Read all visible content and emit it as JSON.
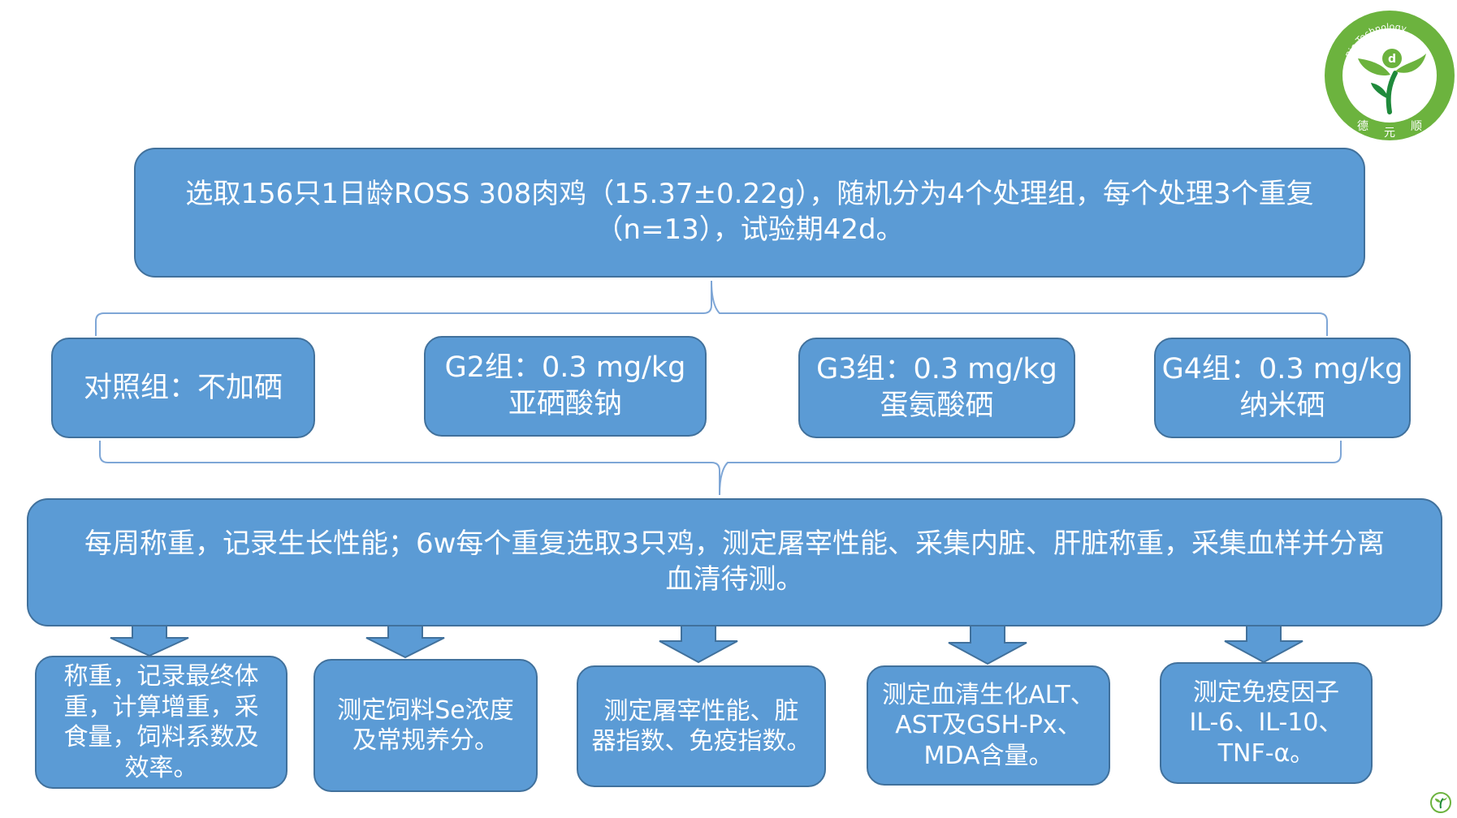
{
  "top_box": {
    "line1": "选取156只1日龄ROSS 308肉鸡（15.37±0.22g），随机分为4个处理组，每个处理3个重复",
    "line2": "（n=13），试验期42d。"
  },
  "groups": [
    {
      "line1": "对照组：不加硒",
      "line2": ""
    },
    {
      "line1": "G2组：0.3 mg/kg",
      "line2": "亚硒酸钠"
    },
    {
      "line1": "G3组：0.3 mg/kg",
      "line2": "蛋氨酸硒"
    },
    {
      "line1": "G4组：0.3 mg/kg",
      "line2": "纳米硒"
    }
  ],
  "middle_box": {
    "line1": "每周称重，记录生长性能；6w每个重复选取3只鸡，测定屠宰性能、采集内脏、肝脏称重，采集血样并分离",
    "line2": "血清待测。"
  },
  "measurements": [
    {
      "lines": [
        "称重，记录最终体",
        "重，计算增重，采",
        "食量，饲料系数及",
        "效率。"
      ]
    },
    {
      "lines": [
        "测定饲料Se浓度",
        "及常规养分。"
      ]
    },
    {
      "lines": [
        "测定屠宰性能、脏",
        "器指数、免疫指数。"
      ]
    },
    {
      "lines": [
        "测定血清生化ALT、",
        "AST及GSH-Px、",
        "MDA含量。"
      ]
    },
    {
      "lines": [
        "测定免疫因子",
        "IL-6、IL-10、",
        "TNF-α。"
      ]
    }
  ],
  "logo": {
    "arc_text": "Bio-Technology",
    "bottom_text": [
      "德",
      "元",
      "顺"
    ],
    "badge_letter": "d"
  },
  "colors": {
    "box_fill": "#5b9bd5",
    "box_border": "#41719c",
    "box_text": "#ffffff",
    "connector": "#7ea6d6",
    "logo_green": "#6cb33e",
    "logo_dark_green": "#1f8a3b"
  },
  "icons": {
    "corner": "leaf-badge-icon",
    "arrows": "down-block-arrow-icon"
  }
}
